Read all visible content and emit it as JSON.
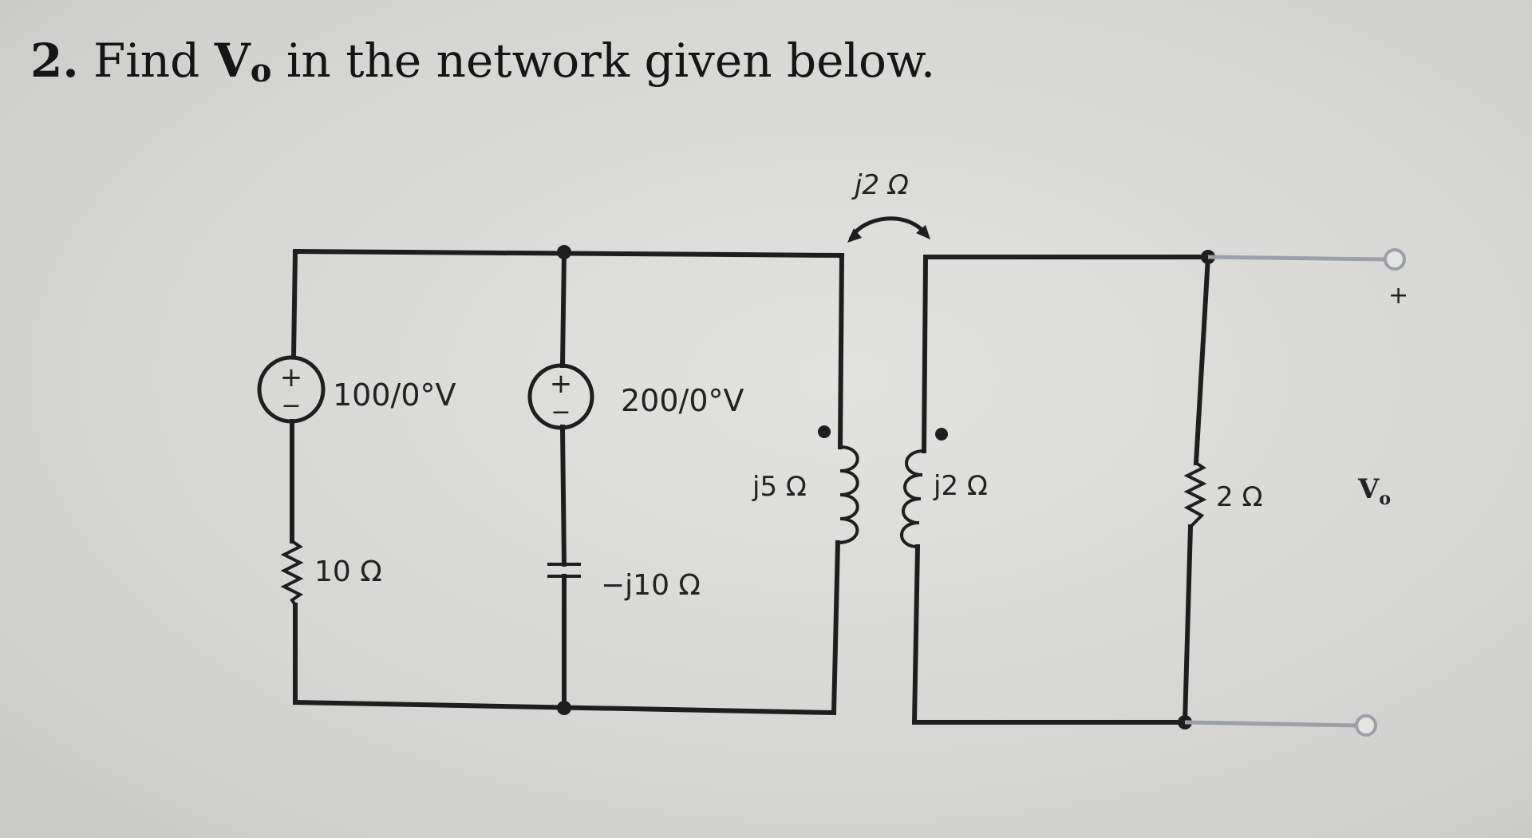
{
  "problem": {
    "number": "2.",
    "text_before": "Find ",
    "variable": "V",
    "subscript": "o",
    "text_after": " in the network given below."
  },
  "sources": [
    {
      "id": "source-1",
      "plus": "+",
      "minus": "−",
      "label": "100/0°V"
    },
    {
      "id": "source-2",
      "plus": "+",
      "minus": "−",
      "label": "200/0°V"
    }
  ],
  "components": {
    "r1": "10 Ω",
    "c1": "−j10 Ω",
    "l1": "j5 Ω",
    "l2": "j2 Ω",
    "mutual": "j2 Ω",
    "r2": "2 Ω"
  },
  "output": {
    "variable": "V",
    "subscript": "o",
    "plus": "+"
  },
  "colors": {
    "wire": "#1e1e1e",
    "terminal_wire": "#9aa0a8",
    "text": "#222222"
  }
}
